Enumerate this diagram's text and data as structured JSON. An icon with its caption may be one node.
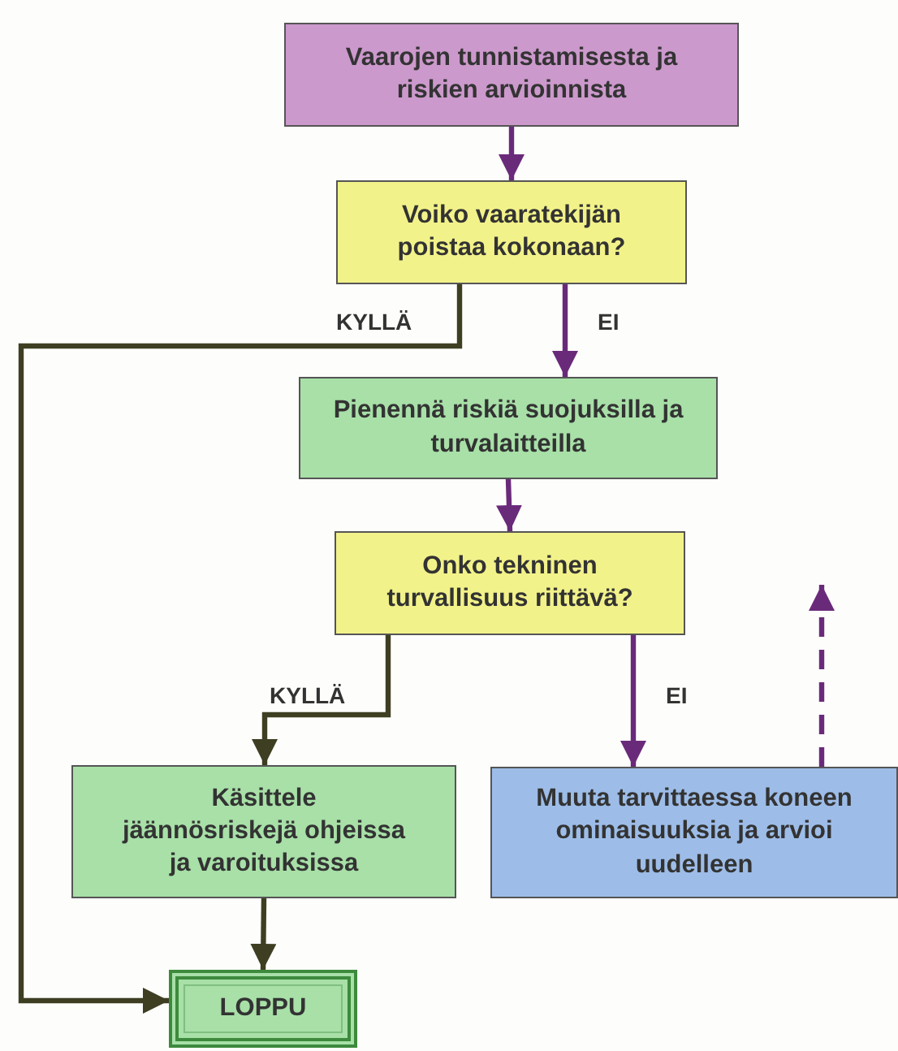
{
  "diagram": {
    "nodes": [
      {
        "text": [
          "Vaarojen tunnistamisesta ja riskien arvioinnista"
        ]
      },
      {
        "text": [
          "Voiko vaaratekijän poistaa kokonaan?"
        ]
      },
      {
        "text": [
          "Pienennä riskiä suojuksilla ja turvalaitteilla"
        ]
      },
      {
        "text": [
          "Onko tekninen turvallisuus riittävä?"
        ]
      },
      {
        "text": [
          "Käsittele jäännösriskejä ohjeissa ja varoituksissa"
        ]
      },
      {
        "text": [
          "Muuta tarvittaessa koneen ominaisuuksia ja arvioi uudelleen"
        ]
      },
      {
        "text": [
          "LOPPU"
        ]
      }
    ],
    "edges": [
      {
        "from": 0,
        "to": 1,
        "arrow": "to"
      },
      {
        "from": 1,
        "to": 6,
        "arrow": "to",
        "label": "KYLLÄ",
        "color": "#3e3e22"
      },
      {
        "from": 1,
        "to": 2,
        "arrow": "to",
        "label": "EI"
      },
      {
        "from": 2,
        "to": 3,
        "arrow": "to"
      },
      {
        "from": 3,
        "to": 4,
        "arrow": "to",
        "label": "KYLLÄ",
        "color": "#3e3e22"
      },
      {
        "from": 3,
        "to": 5,
        "arrow": "to",
        "label": "EI"
      },
      {
        "from": 5,
        "to": null,
        "arrow": "to",
        "style": "dashed"
      },
      {
        "from": 4,
        "to": 6,
        "arrow": "to",
        "color": "#3e3e22"
      }
    ]
  }
}
